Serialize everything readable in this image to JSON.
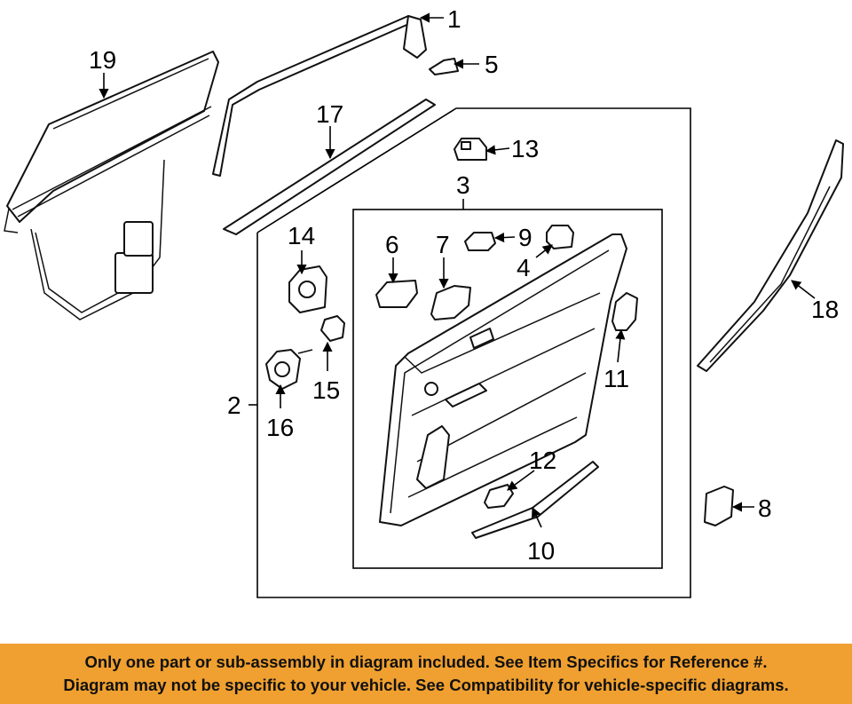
{
  "callouts": {
    "c1": "1",
    "c2": "2",
    "c3": "3",
    "c4": "4",
    "c5": "5",
    "c6": "6",
    "c7": "7",
    "c8": "8",
    "c9": "9",
    "c10": "10",
    "c11": "11",
    "c12": "12",
    "c13": "13",
    "c14": "14",
    "c15": "15",
    "c16": "16",
    "c17": "17",
    "c18": "18",
    "c19": "19"
  },
  "banner": {
    "line1": "Only one part or sub-assembly in diagram included. See Item Specifics for Reference #.",
    "line2": "Diagram may not be specific to your vehicle. See Compatibility for vehicle-specific diagrams.",
    "background_color": "#f0a030"
  }
}
